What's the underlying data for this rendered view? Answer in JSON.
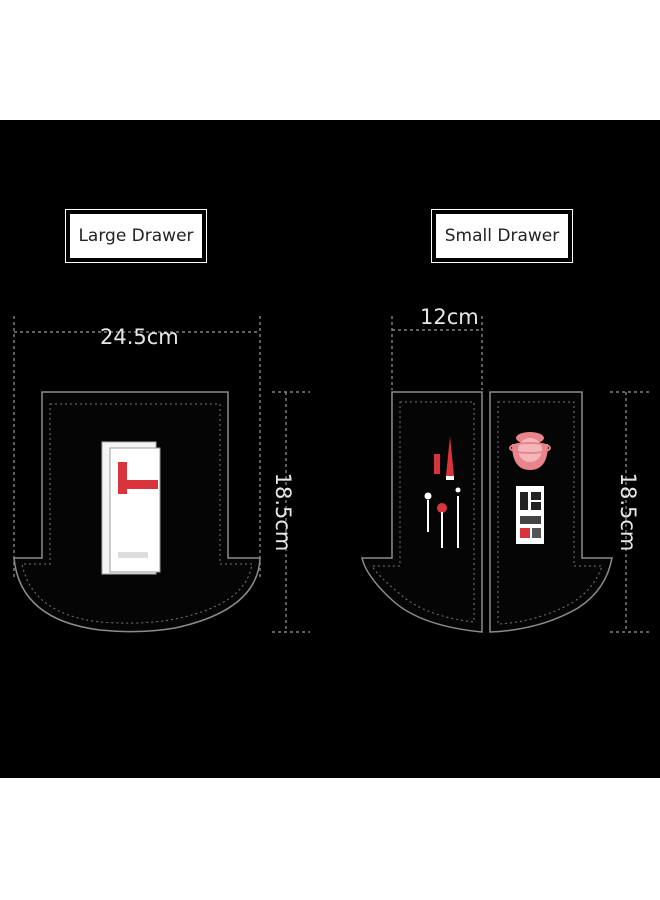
{
  "labels": {
    "large_drawer": "Large Drawer",
    "small_drawer": "Small Drawer"
  },
  "dimensions": {
    "large_width": "24.5cm",
    "large_height": "18.5cm",
    "small_width": "12cm",
    "small_height": "18.5cm"
  },
  "colors": {
    "background": "#000000",
    "outline": "#8a8a8a",
    "accent_red": "#d9343c",
    "accent_pink": "#e8848a"
  },
  "icons": {
    "large_pocket_item": "phone-icon",
    "small_left_items": "makeup-brushes-icon",
    "small_right_items": "compact-palette-icon"
  }
}
